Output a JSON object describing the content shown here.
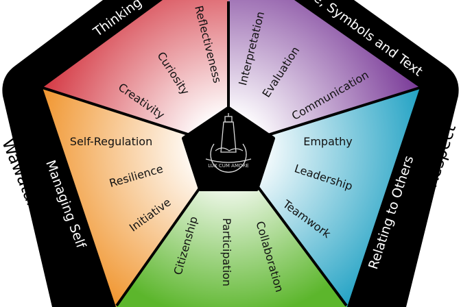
{
  "colors": {
    "thinking": "#d3343f",
    "language": "#7a3b98",
    "relating": "#22a2c4",
    "participating": "#5cb62c",
    "managing": "#f0932a"
  },
  "bands": {
    "thinking": "Thinking",
    "language": "ge, Symbols and Text",
    "managing": "Managing Self",
    "relating": "Relating to Others"
  },
  "values": {
    "aspire": "Wawatahia - Aspire",
    "respect": "Whakautea - Respect"
  },
  "thinking": [
    "Creativity",
    "Curiosity",
    "Reflectiveness"
  ],
  "language": [
    "Interpretation",
    "Evaluation",
    "Communication"
  ],
  "relating": [
    "Empathy",
    "Leadership",
    "Teamwork"
  ],
  "participating": [
    "Citizenship",
    "Participation",
    "Collaboration"
  ],
  "managing": [
    "Self-Regulation",
    "Resilience",
    "Initiative"
  ],
  "logo": {
    "motto": "LUX CUM AMORE"
  }
}
